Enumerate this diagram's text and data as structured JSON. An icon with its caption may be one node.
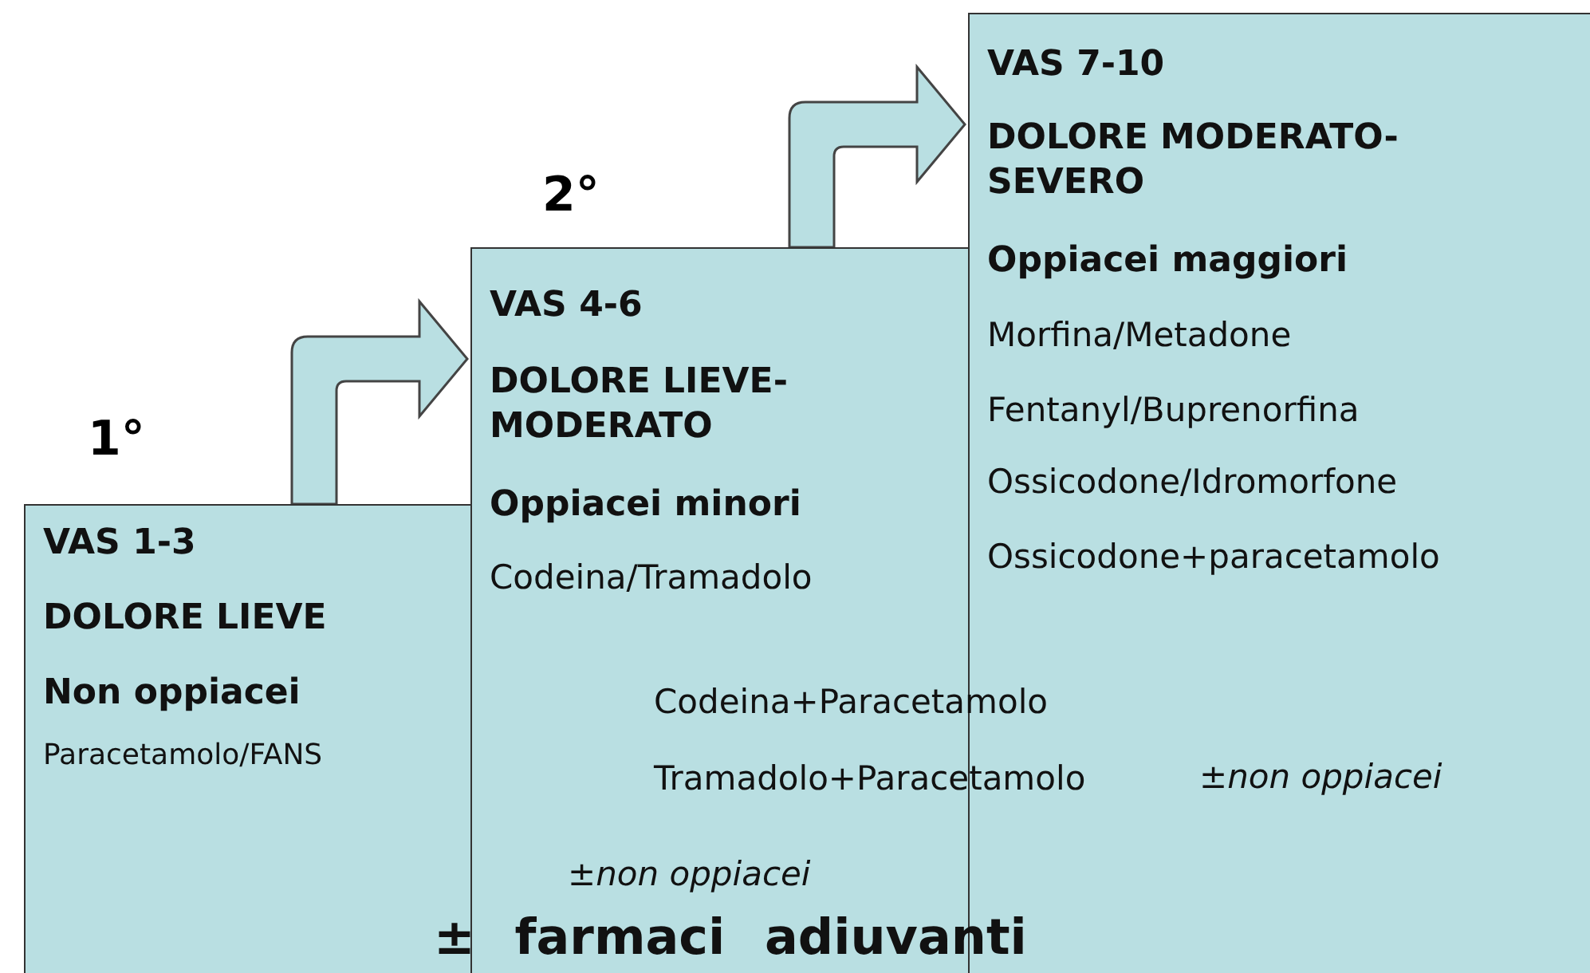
{
  "diagram": {
    "nodes": [
      {
        "text": [
          "VAS 1-3",
          "DOLORE LIEVE",
          "Non oppiacei",
          "Paracetamolo/FANS"
        ],
        "beside": [
          "1°"
        ]
      },
      {
        "text": [
          "VAS 4-6",
          "DOLORE LIEVE-MODERATO",
          "Oppiacei minori",
          "Codeina/Tramadolo"
        ],
        "beside": [
          "2°"
        ]
      },
      {
        "text": [
          "VAS 7-10",
          "DOLORE MODERATO-SEVERO",
          "Oppiacei maggiori",
          "Morfina/Metadone",
          "Fentanyl/Buprenorfina",
          "Ossicodone/Idromorfone",
          "Ossicodone+paracetamolo"
        ]
      }
    ],
    "edges": [
      {
        "from": 0,
        "to": 1,
        "arrow": "to"
      },
      {
        "from": 1,
        "to": 2,
        "arrow": "to"
      }
    ],
    "labels": [
      "Codeina+Paracetamolo",
      "Tramadolo+Paracetamolo",
      "±non oppiacei",
      "±non oppiacei",
      "± farmaci adiuvanti"
    ]
  }
}
